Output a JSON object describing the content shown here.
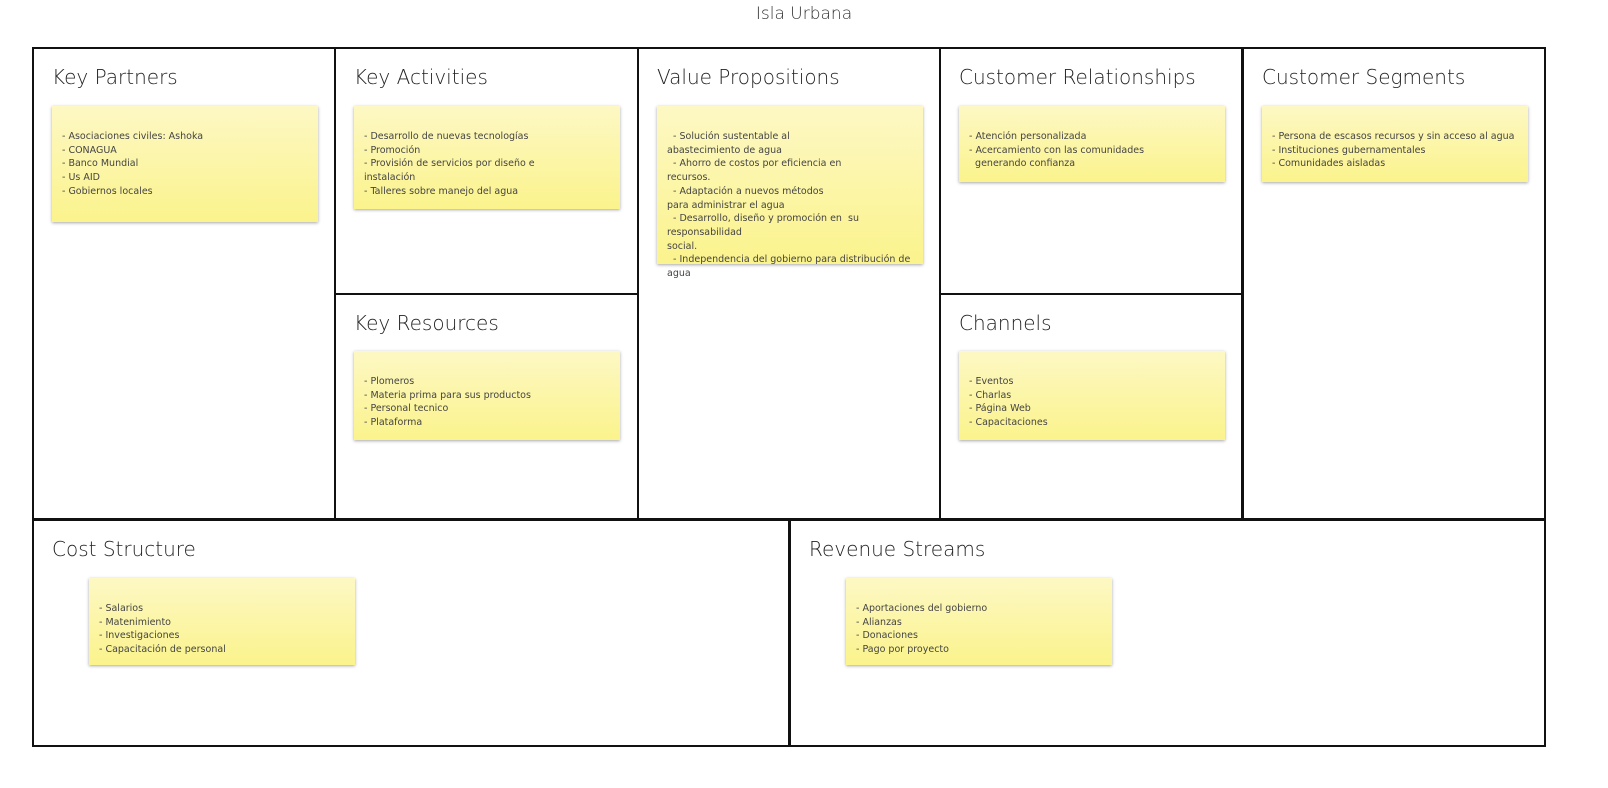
{
  "title": "Isla Urbana",
  "cells": {
    "key_partners": {
      "title": "Key Partners",
      "note": "- Asociaciones civiles: Ashoka\n- CONAGUA\n- Banco Mundial\n- Us AID\n- Gobiernos locales"
    },
    "key_activities": {
      "title": "Key Activities",
      "note": "- Desarrollo de nuevas tecnologías\n- Promoción\n- Provisión de servicios por diseño e\ninstalación\n- Talleres sobre manejo del agua"
    },
    "key_resources": {
      "title": "Key Resources",
      "note": "- Plomeros\n- Materia prima para sus productos\n- Personal tecnico\n- Plataforma"
    },
    "value_propositions": {
      "title": "Value Propositions",
      "note": "  - Solución sustentable al\nabastecimiento de agua\n  - Ahorro de costos por eficiencia en\nrecursos.\n  - Adaptación a nuevos métodos\npara administrar el agua\n  - Desarrollo, diseño y promoción en  su responsabilidad\nsocial.\n  - Independencia del gobierno para distribución de agua"
    },
    "customer_relationships": {
      "title": "Customer Relationships",
      "note": "- Atención personalizada\n- Acercamiento con las comunidades\n  generando confianza"
    },
    "channels": {
      "title": "Channels",
      "note": "- Eventos\n- Charlas\n- Página Web\n- Capacitaciones"
    },
    "customer_segments": {
      "title": "Customer Segments",
      "note": "- Persona de escasos recursos y sin acceso al agua\n- Instituciones gubernamentales\n- Comunidades aisladas"
    },
    "cost_structure": {
      "title": "Cost Structure",
      "note": "- Salarios\n- Matenimiento\n- Investigaciones\n- Capacitación de personal"
    },
    "revenue_streams": {
      "title": "Revenue Streams",
      "note": "- Aportaciones del gobierno\n- Alianzas\n- Donaciones\n- Pago por proyecto"
    }
  },
  "colors": {
    "note_top": "#fdf8c4",
    "note_bottom": "#fbf38c",
    "border": "#111111"
  }
}
